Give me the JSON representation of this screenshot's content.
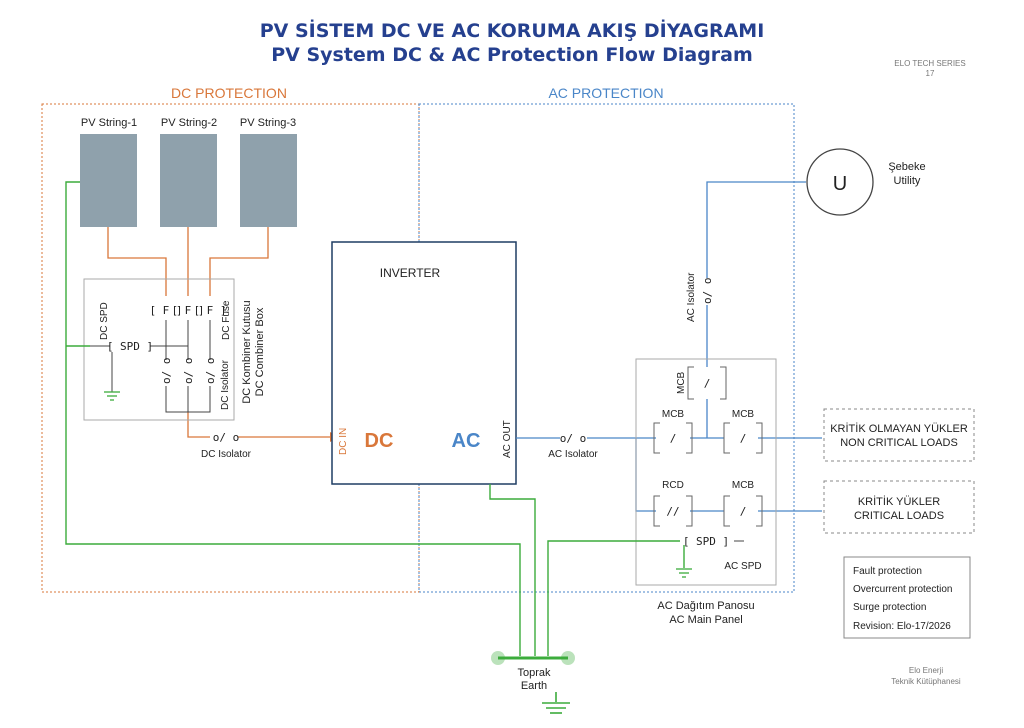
{
  "title_tr": "PV SİSTEM DC VE AC KORUMA AKIŞ DİYAGRAMI",
  "title_en": "PV System DC & AC Protection Flow Diagram",
  "series": "ELO TECH SERIES",
  "series_no": "17",
  "dc_section": "DC PROTECTION",
  "ac_section": "AC PROTECTION",
  "pv_strings": [
    "PV String-1",
    "PV String-2",
    "PV String-3"
  ],
  "fuse_symbol": "[ F ]",
  "dc_fuse": "DC  Fuse",
  "dc_spd": "DC SPD",
  "spd_symbol": "[ SPD ]",
  "isolator_symbol": "o/ o",
  "dc_isolator_vertical": "DC Isolator",
  "combiner_tr": "DC Kombiner Kutusu",
  "combiner_en": "DC Combiner Box",
  "dc_isolator": "DC Isolator",
  "inverter": "INVERTER",
  "dc_in": "DC IN",
  "dc_big": "DC",
  "ac_big": "AC",
  "ac_out": "AC OUT",
  "ac_isolator": "AC Isolator",
  "ac_isolator_top": "AC Isolator",
  "utility_symbol": "U",
  "utility_tr": "Şebeke",
  "utility_en": "Utility",
  "mcb": "MCB",
  "rcd": "RCD",
  "mcb_symbol": "/",
  "rcd_symbol": "//",
  "ac_spd": "AC SPD",
  "panel_tr": "AC Dağıtım Panosu",
  "panel_en": "AC Main Panel",
  "noncritical_tr": "KRİTİK OLMAYAN YÜKLER",
  "noncritical_en": "NON CRITICAL LOADS",
  "critical_tr": "KRİTİK YÜKLER",
  "critical_en": "CRITICAL LOADS",
  "earth_tr": "Toprak",
  "earth_en": "Earth",
  "legend": [
    "Fault protection",
    "Overcurrent protection",
    "Surge protection",
    "Revision: Elo-17/2026"
  ],
  "footer_1": "Elo Enerji",
  "footer_2": "Teknik Kütüphanesi",
  "colors": {
    "title": "#25408f",
    "dc": "#d9773a",
    "ac": "#4a86c8",
    "earth": "#3cac3c",
    "pv_panel": "#8fa1ac",
    "inverter_border": "#1f3d63"
  }
}
